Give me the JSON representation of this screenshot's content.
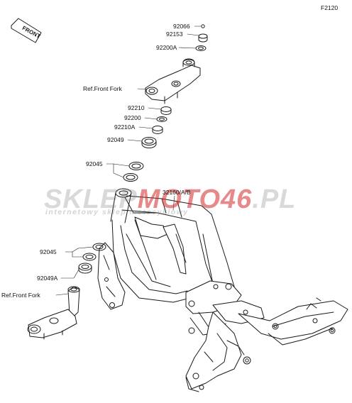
{
  "diagram_code": "F2120",
  "front_arrow": {
    "text": "FRONT",
    "icon": "front-arrow-icon"
  },
  "labels": {
    "l92066": "92066",
    "l92153": "92153",
    "l92200A": "92200A",
    "ref_upper": "Ref.Front Fork",
    "l92210": "92210",
    "l92200": "92200",
    "l92210A": "92210A",
    "l92049": "92049",
    "l92045_upper": "92045",
    "l32160": "32160/A/B",
    "l92045_lower": "92045",
    "l92049A": "92049A",
    "ref_lower": "Ref.Front Fork"
  },
  "watermark": {
    "part1": "SKLEP",
    "part2": "MOTO46",
    "part3": ".PL",
    "subtitle": "internetowy sklep motocyklowy"
  }
}
